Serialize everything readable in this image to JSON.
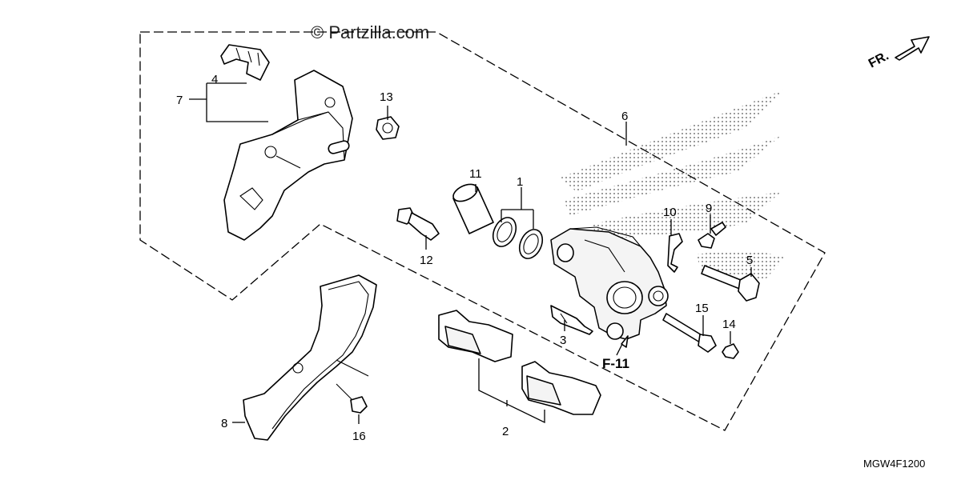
{
  "watermark": "© Partzilla.com",
  "direction_label": "FR.",
  "figure_ref": "F-11",
  "diagram_code": "MGW4F1200",
  "callouts": [
    "1",
    "2",
    "3",
    "4",
    "5",
    "6",
    "7",
    "8",
    "9",
    "10",
    "11",
    "12",
    "13",
    "14",
    "15",
    "16"
  ]
}
